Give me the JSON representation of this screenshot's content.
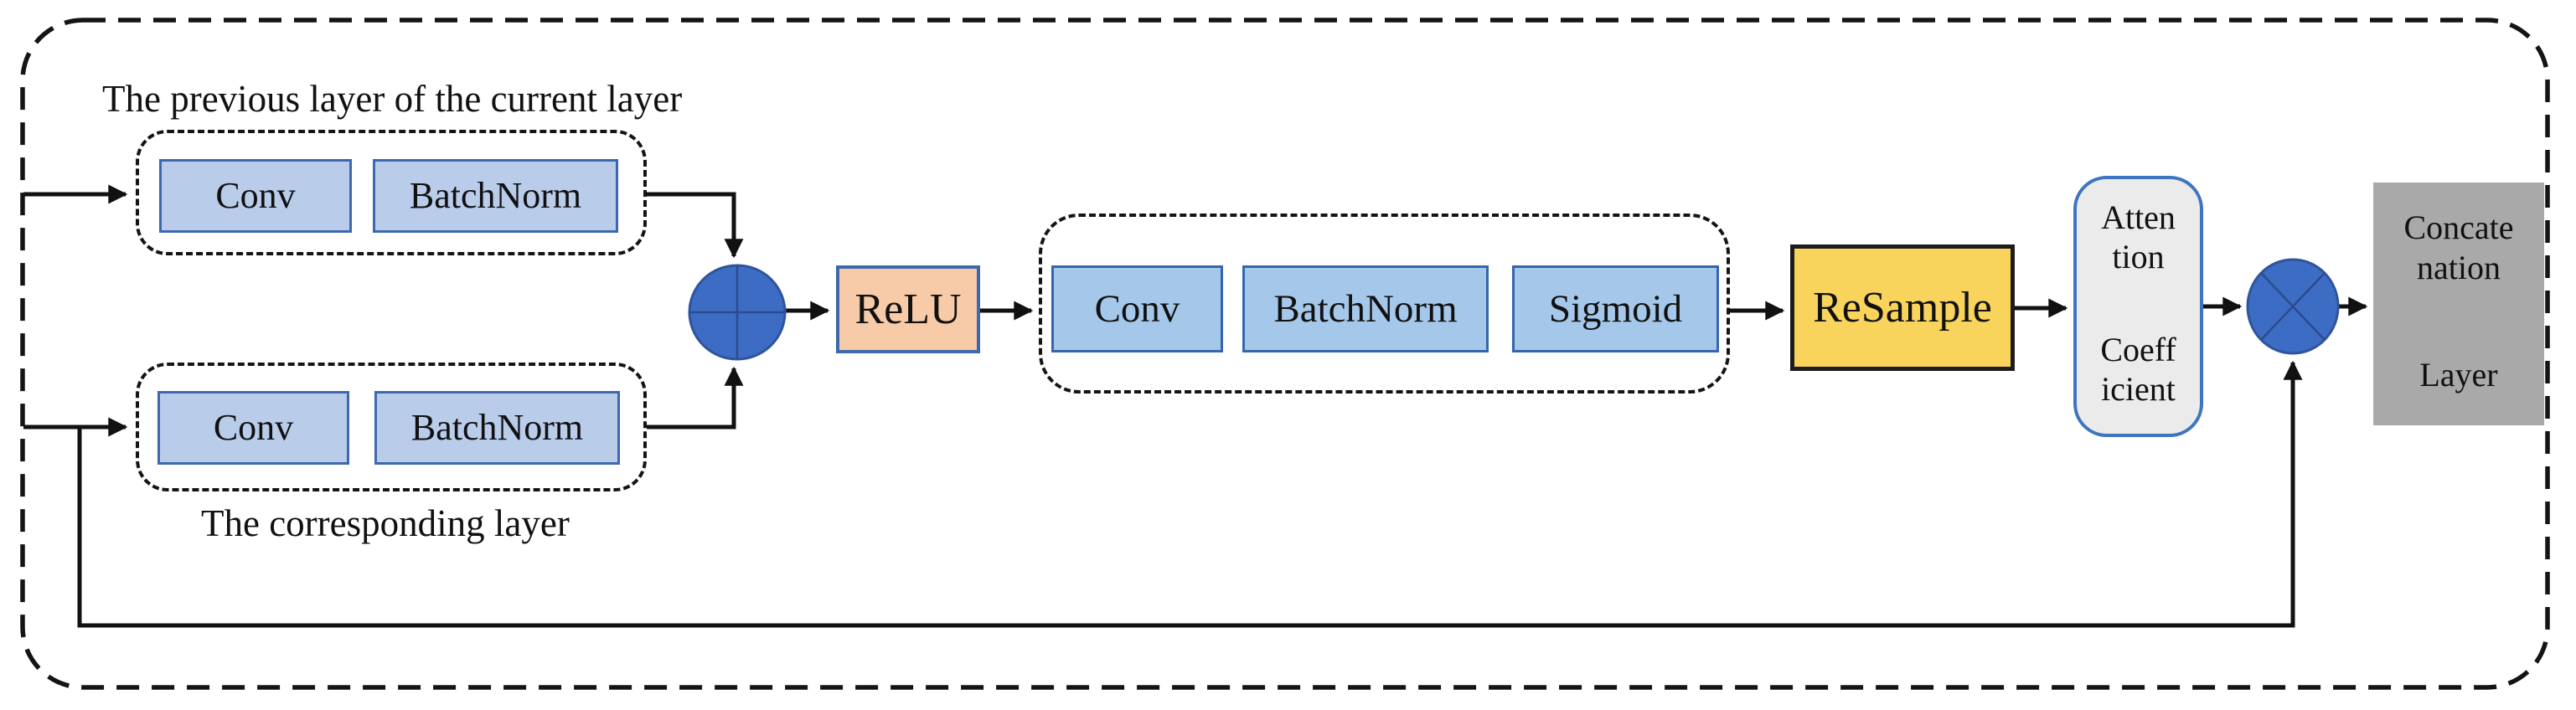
{
  "top_branch": {
    "label": "The previous layer of the current layer",
    "conv": "Conv",
    "batchnorm": "BatchNorm"
  },
  "bottom_branch": {
    "label": "The corresponding layer",
    "conv": "Conv",
    "batchnorm": "BatchNorm"
  },
  "relu": {
    "label": "ReLU"
  },
  "gate_group": {
    "conv": "Conv",
    "batchnorm": "BatchNorm",
    "sigmoid": "Sigmoid"
  },
  "resample": {
    "label": "ReSample"
  },
  "attention_coefficient": {
    "word1_part1": "Atten",
    "word1_part2": "tion",
    "word2_part1": "Coeff",
    "word2_part2": "icient"
  },
  "concatenation": {
    "word1_part1": "Concate",
    "word1_part2": "nation",
    "word2": "Layer"
  },
  "operators": {
    "add_icon": "circle-plus",
    "multiply_icon": "circle-cross"
  },
  "colors": {
    "light_blue_box": "#B9CCEA",
    "mid_blue_box": "#A5C8EA",
    "blue_border": "#3E68AE",
    "relu_fill": "#F7CBA8",
    "resample_fill": "#F9D45C",
    "operator_fill": "#3C6CC4",
    "operator_border": "#2F549B",
    "attention_fill": "#EBEBEB",
    "concat_fill": "#A9A9A9",
    "line_color": "#111111"
  }
}
